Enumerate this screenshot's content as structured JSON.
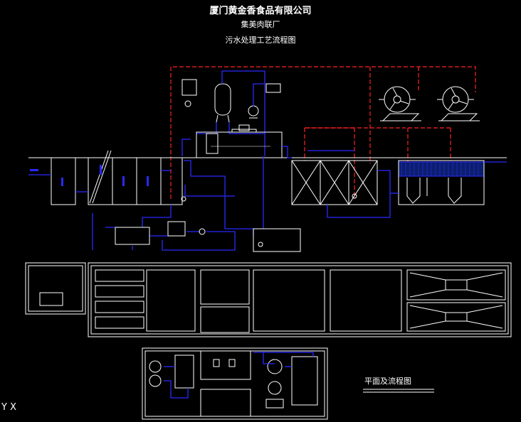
{
  "titles": {
    "company": "厦门黄金香食品有限公司",
    "plant": "集美肉联厂",
    "drawing": "污水处理工艺流程图"
  },
  "plan_label": "平面及流程图",
  "ucs_label": "Y X",
  "colors": {
    "background": "#000000",
    "line": "#ffffff",
    "pipe": "#2a2aff",
    "air": "#ff2222",
    "structure_fill": "#0b1e6b"
  }
}
